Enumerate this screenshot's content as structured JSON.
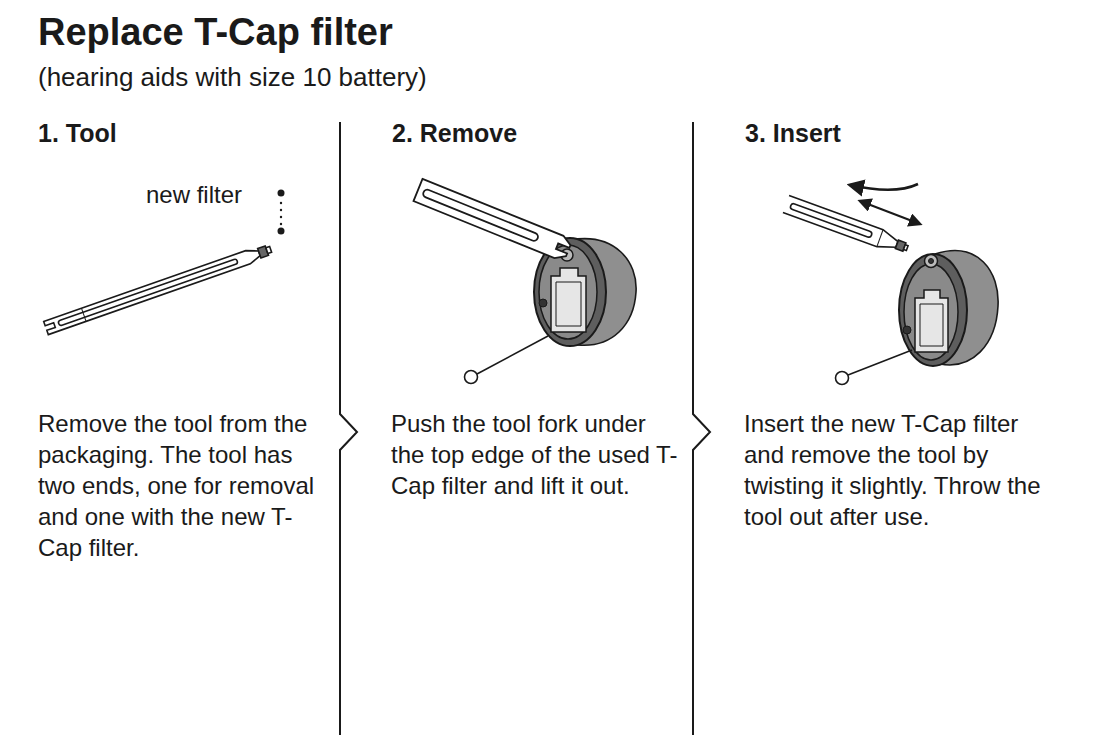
{
  "diagram": {
    "title": "Replace T-Cap filter",
    "labels": [
      "(hearing aids with size 10 battery)",
      "1. Tool",
      "new filter",
      "Remove the tool from the packaging. The tool has two ends, one for removal and one with the new T-Cap filter.",
      "2. Remove",
      "Push the tool fork under the top edge of the used T-Cap filter and lift it out.",
      "3. Insert",
      "Insert the new T-Cap filter and remove the tool by twisting it slightly. Throw the tool out after use."
    ]
  }
}
